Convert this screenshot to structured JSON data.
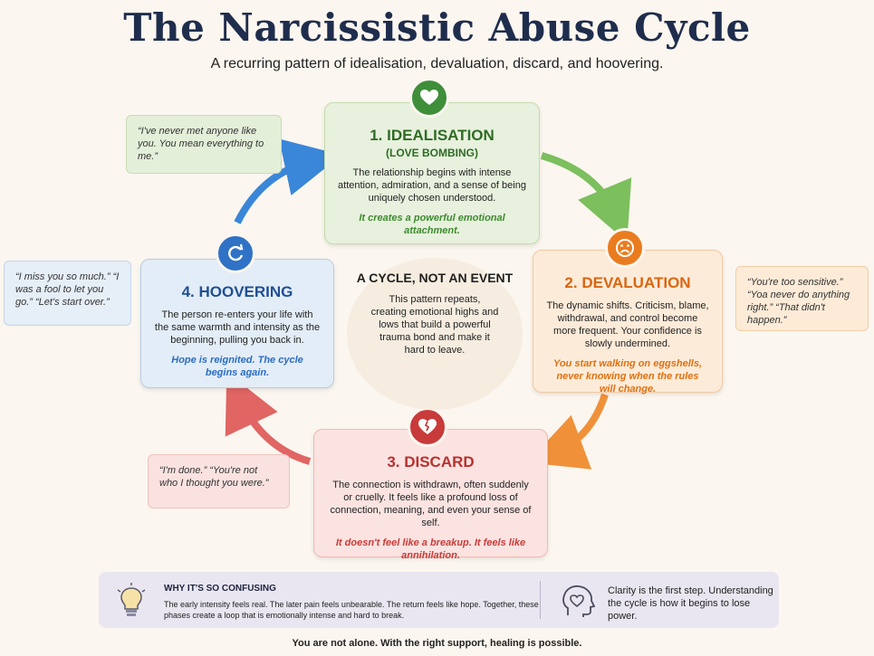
{
  "title": "The Narcissistic Abuse Cycle",
  "subtitle": "A recurring pattern of idealisation, devaluation, discard, and hoovering.",
  "stages": [
    {
      "heading": "1. IDEALISATION",
      "subheading": "(LOVE BOMBING)",
      "body": "The relationship begins with intense attention, admiration, and a sense of being uniquely chosen understood.",
      "note": "It creates a powerful emotional attachment.",
      "icon": "heart-icon",
      "color": "#3e8e3a"
    },
    {
      "heading": "2. DEVALUATION",
      "body": "The dynamic shifts. Criticism, blame, withdrawal, and control become more frequent. Your confidence is slowly undermined.",
      "note": "You start walking on eggshells, never knowing when the rules will change.",
      "icon": "sad-face-icon",
      "color": "#ea7c1f"
    },
    {
      "heading": "3. DISCARD",
      "body": "The connection is withdrawn, often suddenly or cruelly. It feels like a profound loss of connection, meaning, and even your sense of self.",
      "note": "It doesn't feel like a breakup. It feels like annihilation.",
      "icon": "broken-heart-icon",
      "color": "#c83b3a"
    },
    {
      "heading": "4. HOOVERING",
      "body": "The person re-enters your life with the same warmth and intensity as the beginning, pulling you back in.",
      "note": "Hope is reignited. The cycle begins again.",
      "icon": "refresh-cycle-icon",
      "color": "#2f72c6"
    }
  ],
  "center": {
    "heading": "A CYCLE, NOT AN EVENT",
    "body": "This pattern repeats, creating emotional highs and lows that build a powerful trauma bond and make it hard to leave."
  },
  "quotes": {
    "idealisation": "“I've never met anyone like you. You mean everything to me.”",
    "devaluation": "“You're too sensitive.” “Yoa never do anything right.” “That didn't happen.”",
    "discard": "“I'm done.” “You're not who I thought you were.”",
    "hoovering": "“I miss you so much.” “I was a fool to let you go.” “Let's start over.”"
  },
  "bottom": {
    "left_title": "WHY IT'S SO CONFUSING",
    "left_text": "The early intensity feels real. The later pain feels unbearable. The return feels like hope. Together, these phases create a loop that is emotionally intense and hard to break.",
    "left_icon": "lightbulb-icon",
    "right_text": "Clarity is the first step. Understanding the cycle is how it begins to lose power.",
    "right_icon": "head-heart-icon"
  },
  "footer": "You are not alone. With the right support, healing is possible."
}
